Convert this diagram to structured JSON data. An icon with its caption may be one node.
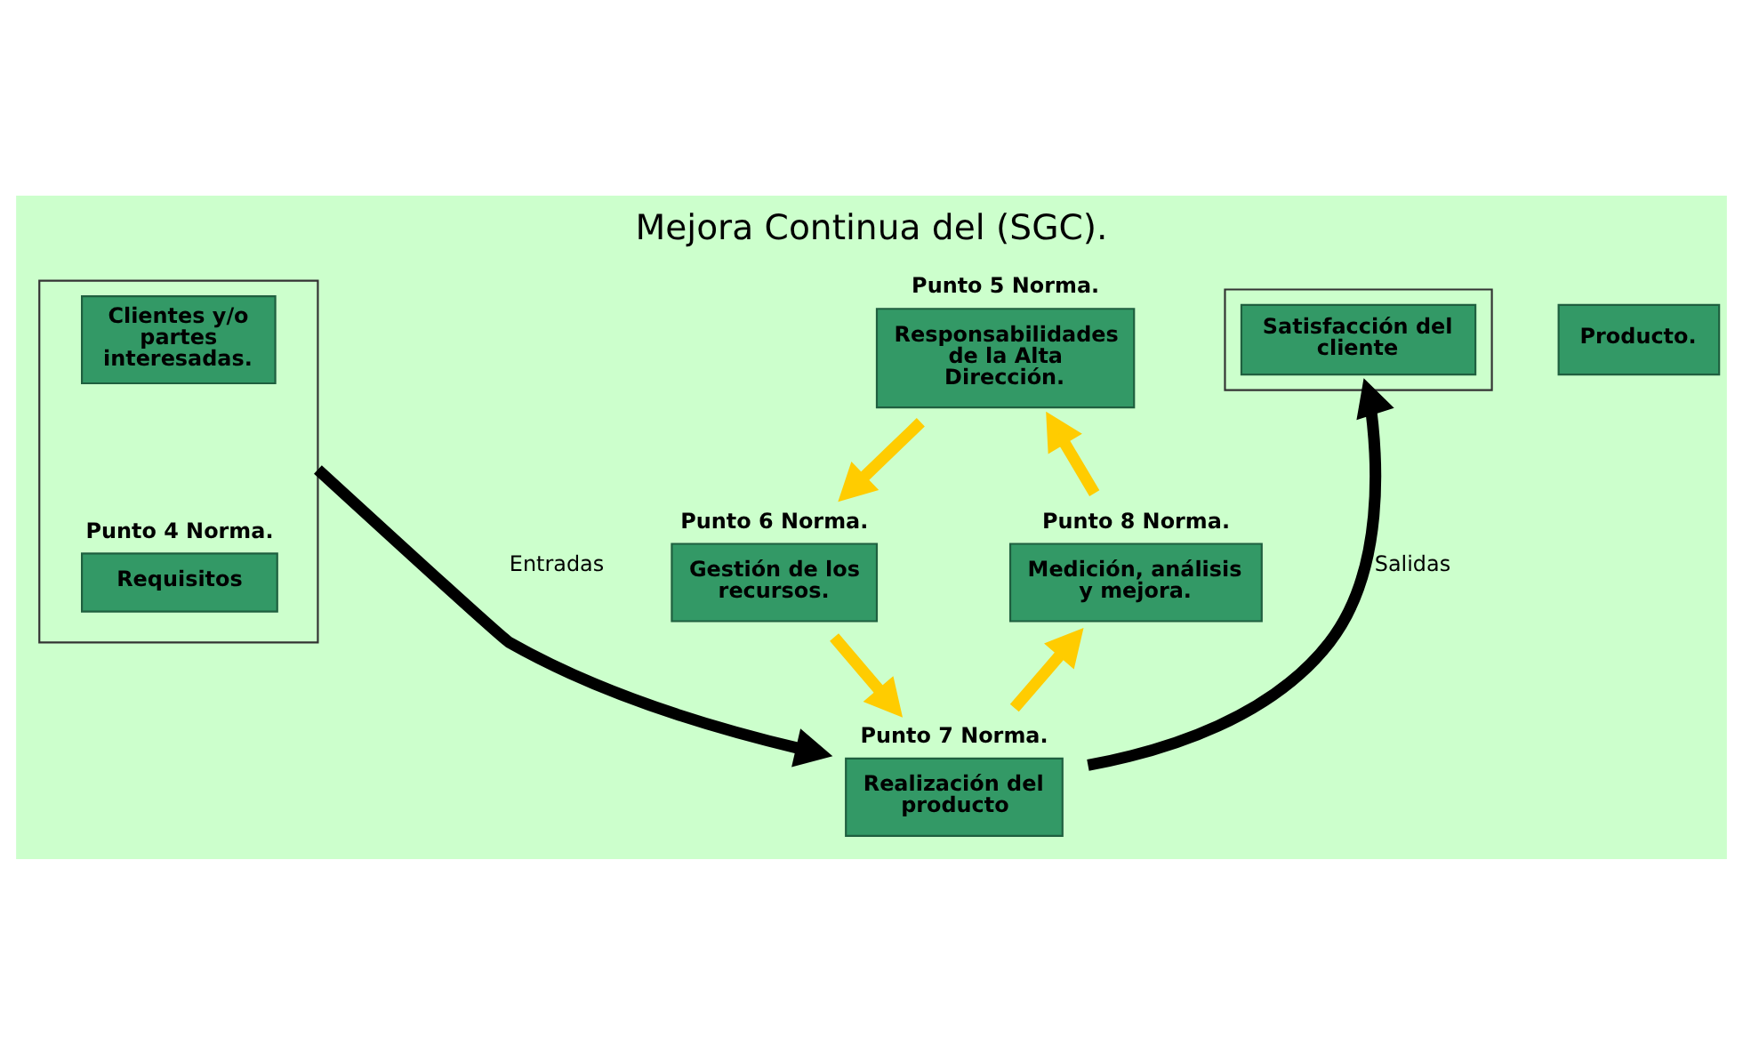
{
  "diagram": {
    "title": "Mejora Continua del (SGC).",
    "nodes": [
      {
        "text": [],
        "shape": "box"
      },
      {
        "text": [
          "Clientes y/o partes interesadas."
        ],
        "in": 0
      },
      {
        "text": [
          "Requisitos"
        ],
        "in": 0,
        "beside": [
          "Punto 4 Norma."
        ]
      },
      {
        "text": [
          "Responsabilidades de la Alta Dirección."
        ],
        "beside": [
          "Punto 5 Norma."
        ]
      },
      {
        "text": [
          "Gestión de los recursos."
        ],
        "beside": [
          "Punto 6 Norma."
        ]
      },
      {
        "text": [
          "Realización del producto"
        ],
        "beside": [
          "Punto 7 Norma."
        ]
      },
      {
        "text": [
          "Medición, análisis y mejora."
        ],
        "beside": [
          "Punto 8 Norma."
        ]
      },
      {
        "text": [],
        "shape": "box"
      },
      {
        "text": [
          "Satisfacción del cliente"
        ],
        "in": 7
      },
      {
        "text": [
          "Producto."
        ]
      }
    ],
    "edges": [
      {
        "from": 3,
        "to": 4,
        "arrow": "to"
      },
      {
        "from": 4,
        "to": 5,
        "arrow": "to"
      },
      {
        "from": 5,
        "to": 6,
        "arrow": "to"
      },
      {
        "from": 6,
        "to": 3,
        "arrow": "to"
      },
      {
        "from": 0,
        "to": 5,
        "arrow": "to",
        "label": "Entradas",
        "color": "#000000"
      },
      {
        "from": 5,
        "to": 7,
        "arrow": "to",
        "label": "Salidas",
        "color": "#000000"
      }
    ]
  }
}
